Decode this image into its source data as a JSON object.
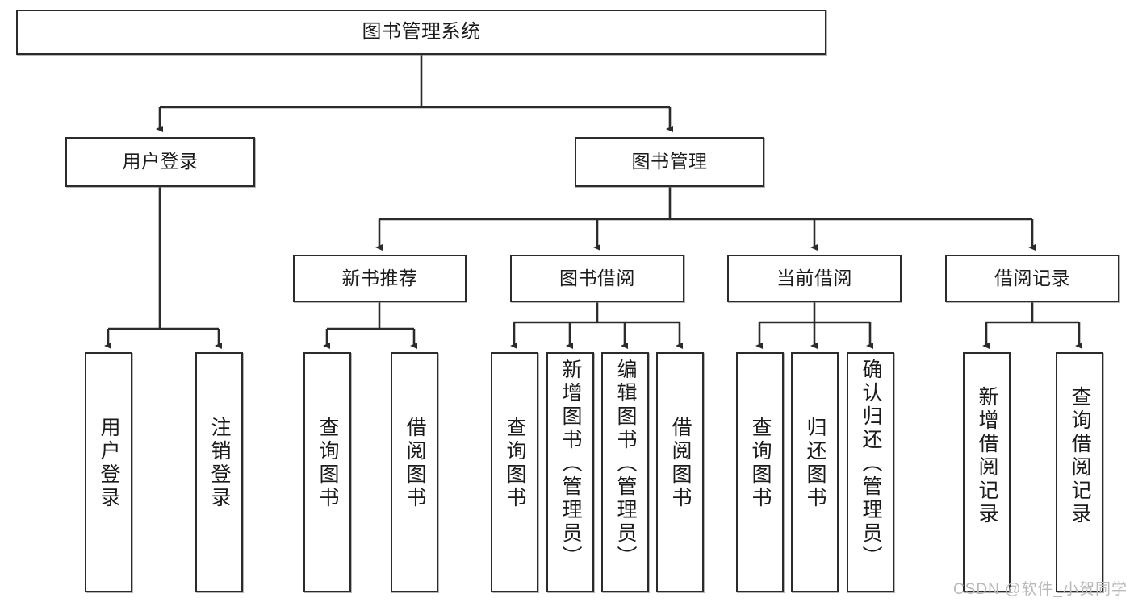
{
  "diagram": {
    "title": "图书管理系统",
    "type": "hierarchy-tree",
    "watermark": "CSDN @软件_小贺同学",
    "colors": {
      "stroke": "#2b2b2b",
      "fill": "#ffffff",
      "text": "#1b1b1b",
      "watermark": "#b9b9b9"
    },
    "levels": {
      "level1": [
        {
          "id": "root",
          "label": "图书管理系统"
        }
      ],
      "level2": [
        {
          "id": "user-login",
          "label": "用户登录"
        },
        {
          "id": "book-manage",
          "label": "图书管理"
        }
      ],
      "level3": [
        {
          "id": "new-book-rec",
          "label": "新书推荐"
        },
        {
          "id": "book-borrow",
          "label": "图书借阅"
        },
        {
          "id": "current-borrow",
          "label": "当前借阅"
        },
        {
          "id": "borrow-record",
          "label": "借阅记录"
        }
      ],
      "leaves": [
        {
          "id": "leaf-user-login",
          "label": "用户登录",
          "parent": "user-login"
        },
        {
          "id": "leaf-logout",
          "label": "注销登录",
          "parent": "user-login"
        },
        {
          "id": "leaf-query-book-1",
          "label": "查询图书",
          "parent": "new-book-rec"
        },
        {
          "id": "leaf-borrow-book-1",
          "label": "借阅图书",
          "parent": "new-book-rec"
        },
        {
          "id": "leaf-query-book-2",
          "label": "查询图书",
          "parent": "book-borrow"
        },
        {
          "id": "leaf-add-book",
          "label": "新增图书（管理员）",
          "parent": "book-borrow"
        },
        {
          "id": "leaf-edit-book",
          "label": "编辑图书（管理员）",
          "parent": "book-borrow"
        },
        {
          "id": "leaf-borrow-book-2",
          "label": "借阅图书",
          "parent": "book-borrow"
        },
        {
          "id": "leaf-query-book-3",
          "label": "查询图书",
          "parent": "current-borrow"
        },
        {
          "id": "leaf-return-book",
          "label": "归还图书",
          "parent": "current-borrow"
        },
        {
          "id": "leaf-confirm-return",
          "label": "确认归还（管理员）",
          "parent": "current-borrow"
        },
        {
          "id": "leaf-add-record",
          "label": "新增借阅记录",
          "parent": "borrow-record"
        },
        {
          "id": "leaf-query-record",
          "label": "查询借阅记录",
          "parent": "borrow-record"
        }
      ]
    }
  }
}
